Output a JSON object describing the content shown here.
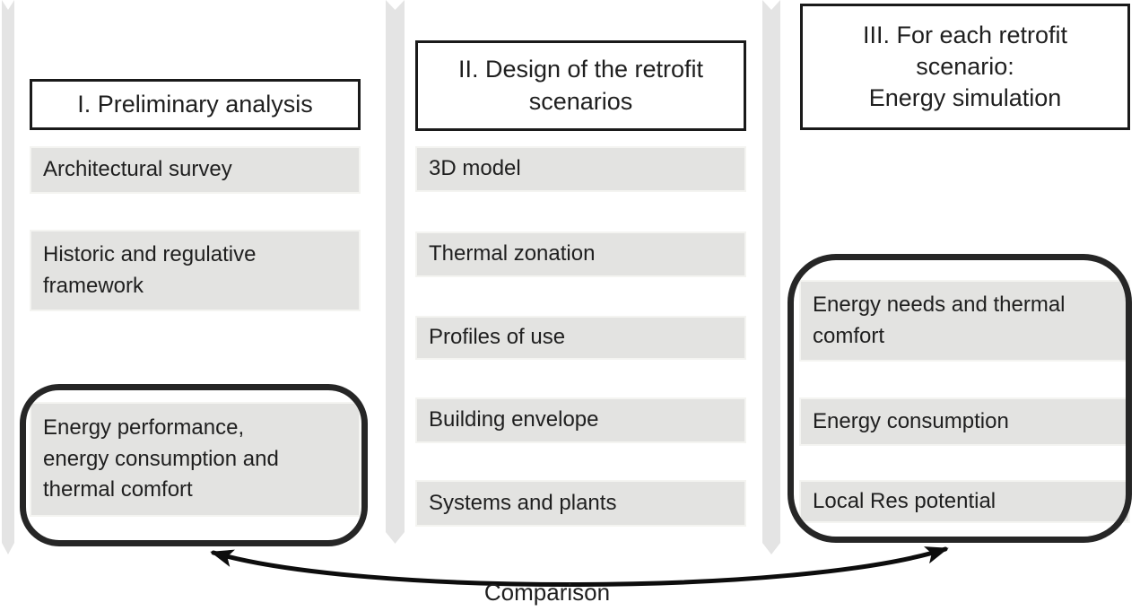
{
  "diagram": {
    "columns": [
      {
        "header": "I. Preliminary analysis",
        "items": [
          "Architectural survey",
          "Historic and regulative\nframework",
          "Energy performance,\nenergy consumption and\nthermal comfort"
        ]
      },
      {
        "header": "II. Design of the retrofit\nscenarios",
        "items": [
          "3D model",
          "Thermal zonation",
          "Profiles of use",
          "Building envelope",
          "Systems and plants"
        ]
      },
      {
        "header": "III. For each retrofit\nscenario:\nEnergy simulation",
        "items": [
          "Energy needs and thermal\ncomfort",
          "Energy consumption",
          "Local Res potential"
        ]
      }
    ],
    "comparison_label": "Comparison"
  },
  "colors": {
    "text_color": "#1f1f1f",
    "item_fill": "#e3e3e1",
    "item_border": "#f4f4f1",
    "ribbon_fill": "#e4e4e4",
    "header_border": "#1a1a1a",
    "highlight_border": "#262626",
    "arrow_color": "#0d0d0d"
  }
}
